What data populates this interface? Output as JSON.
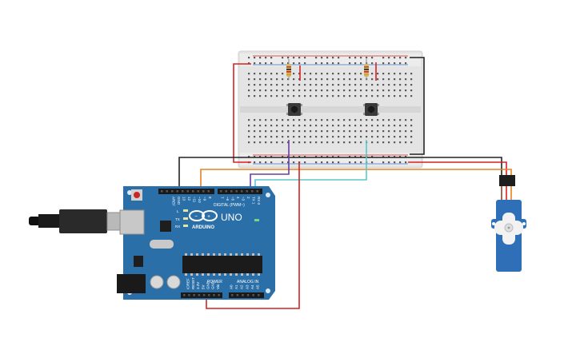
{
  "arduino": {
    "brand": "ARDUINO",
    "model": "UNO",
    "digital_label": "DIGITAL (PWM~)",
    "power_label": "POWER",
    "analog_label": "ANALOG IN",
    "led_labels": [
      "L",
      "TX",
      "RX"
    ],
    "digital_pins": [
      "AREF",
      "GND",
      "13",
      "12",
      "~11",
      "~10",
      "~9",
      "8",
      "7",
      "~6",
      "~5",
      "4",
      "~3",
      "2",
      "TX 1",
      "RX 0"
    ],
    "power_pins": [
      "IOREF",
      "RESET",
      "3.3V",
      "5V",
      "GND",
      "GND",
      "Vin"
    ],
    "analog_pins": [
      "A0",
      "A1",
      "A2",
      "A3",
      "A4",
      "A5"
    ],
    "board_color": "#2a6fa8"
  },
  "wires": {
    "red": "#d62222",
    "black": "#222222",
    "orange": "#e6821e",
    "purple": "#6a3fa0",
    "cyan": "#5cc9c9"
  },
  "components": [
    "breadboard",
    "arduino-uno",
    "servo-motor",
    "pushbutton-1",
    "pushbutton-2",
    "resistor-1",
    "resistor-2",
    "usb-cable"
  ]
}
